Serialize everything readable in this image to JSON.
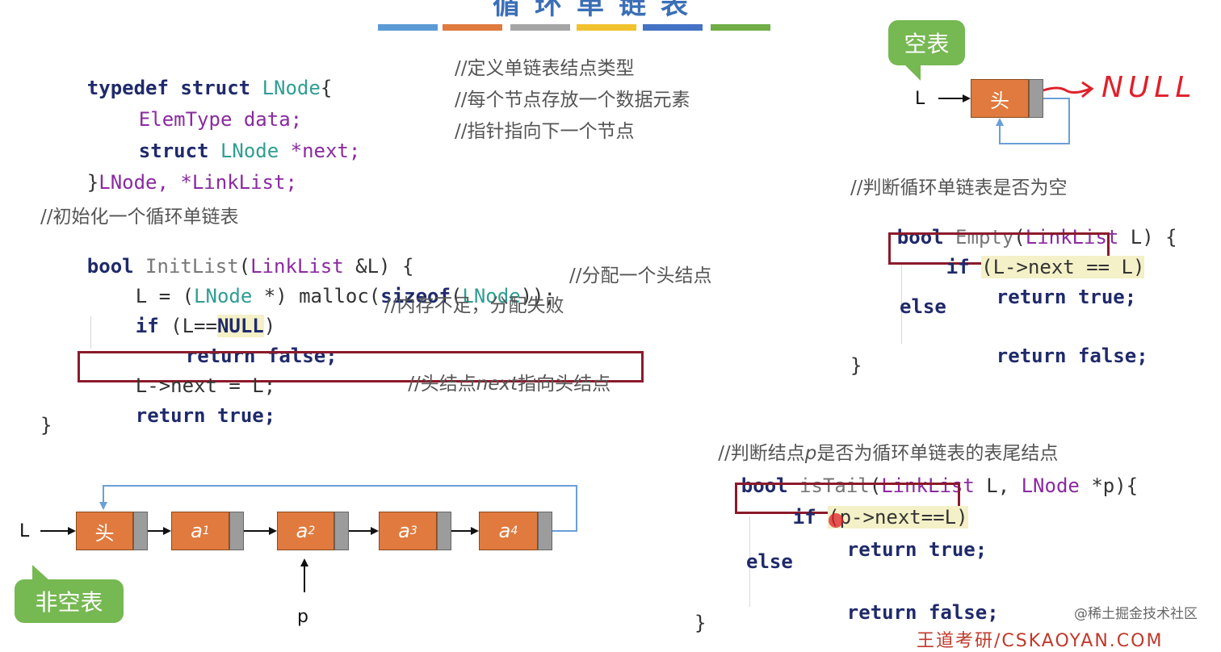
{
  "header": {
    "title": "循环单链表",
    "colorbar": [
      "#5b9bd5",
      "#e07a3e",
      "#a5a5a5",
      "#f2c22e",
      "#4472c4",
      "#70ad47"
    ]
  },
  "struct_code": {
    "line1": {
      "kw1": "typedef",
      "kw2": "struct",
      "name": "LNode",
      "brace": "{",
      "comment": "//定义单链表结点类型"
    },
    "line2": {
      "type": "ElemType",
      "field": "data;",
      "comment": "//每个节点存放一个数据元素"
    },
    "line3": {
      "kw": "struct",
      "type": "LNode",
      "field": "*next;",
      "comment": "//指针指向下一个节点"
    },
    "line4": {
      "brace": "}",
      "t1": "LNode,",
      "t2": "*LinkList;"
    }
  },
  "init_code": {
    "comment": "//初始化一个循环单链表",
    "sig": {
      "kw": "bool",
      "fn": "InitList",
      "paren": "(",
      "type": "LinkList",
      "arg": "&L) {"
    },
    "line_malloc": {
      "a": "L = (",
      "type": "LNode",
      "b": "*) malloc(",
      "kw": "sizeof",
      "c": "(",
      "type2": "LNode",
      "d": "));",
      "comment": "//分配一个头结点"
    },
    "line_if": {
      "kw": "if",
      "a": "(L==",
      "null": "NULL",
      ")": ")",
      "comment": "//内存不足，分配失败"
    },
    "line_return_false": {
      "kw": "return",
      "val": "false;"
    },
    "line_next": {
      "code": "L->next = L;",
      "comment_a": "//头结点",
      "comment_b": "next",
      "comment_c": "指向头结点"
    },
    "line_return_true": {
      "kw": "return",
      "val": "true;"
    },
    "close": "}"
  },
  "empty_diagram": {
    "bubble": "空表",
    "label_L": "L",
    "head": "头",
    "null_text": "NULL"
  },
  "empty_code": {
    "comment": "//判断循环单链表是否为空",
    "sig": {
      "kw": "bool",
      "fn": "Empty",
      "paren": "(",
      "type": "LinkList",
      "arg": "L) {"
    },
    "line_if": {
      "kw": "if",
      "rest": "(L->next == L)"
    },
    "line_return_true": {
      "kw": "return",
      "val": "true;"
    },
    "line_else": "else",
    "line_return_false": {
      "kw": "return",
      "val": "false;"
    },
    "close": "}"
  },
  "nonempty_diagram": {
    "label_L": "L",
    "nodes": [
      "头",
      "a",
      "a",
      "a",
      "a"
    ],
    "subscripts": [
      "",
      "1",
      "2",
      "3",
      "4"
    ],
    "label_p": "p",
    "bubble": "非空表"
  },
  "istail_code": {
    "comment_a": "//判断结点",
    "comment_b": "p",
    "comment_c": "是否为循环单链表的表尾结点",
    "sig": {
      "kw": "bool",
      "fn": "isTail",
      "paren": "(",
      "type": "LinkList",
      "mid": "L,",
      "type2": "LNode",
      "arg": "*p){"
    },
    "line_if": {
      "kw": "if",
      "rest": "(p->next==L)"
    },
    "line_return_true": {
      "kw": "return",
      "val": "true;"
    },
    "line_else": "else",
    "line_return_false": {
      "kw": "return",
      "val": "false;"
    },
    "close": "}"
  },
  "watermark": "@稀土掘金技术社区",
  "footer_brand": "王道考研/CSKAOYAN.COM"
}
